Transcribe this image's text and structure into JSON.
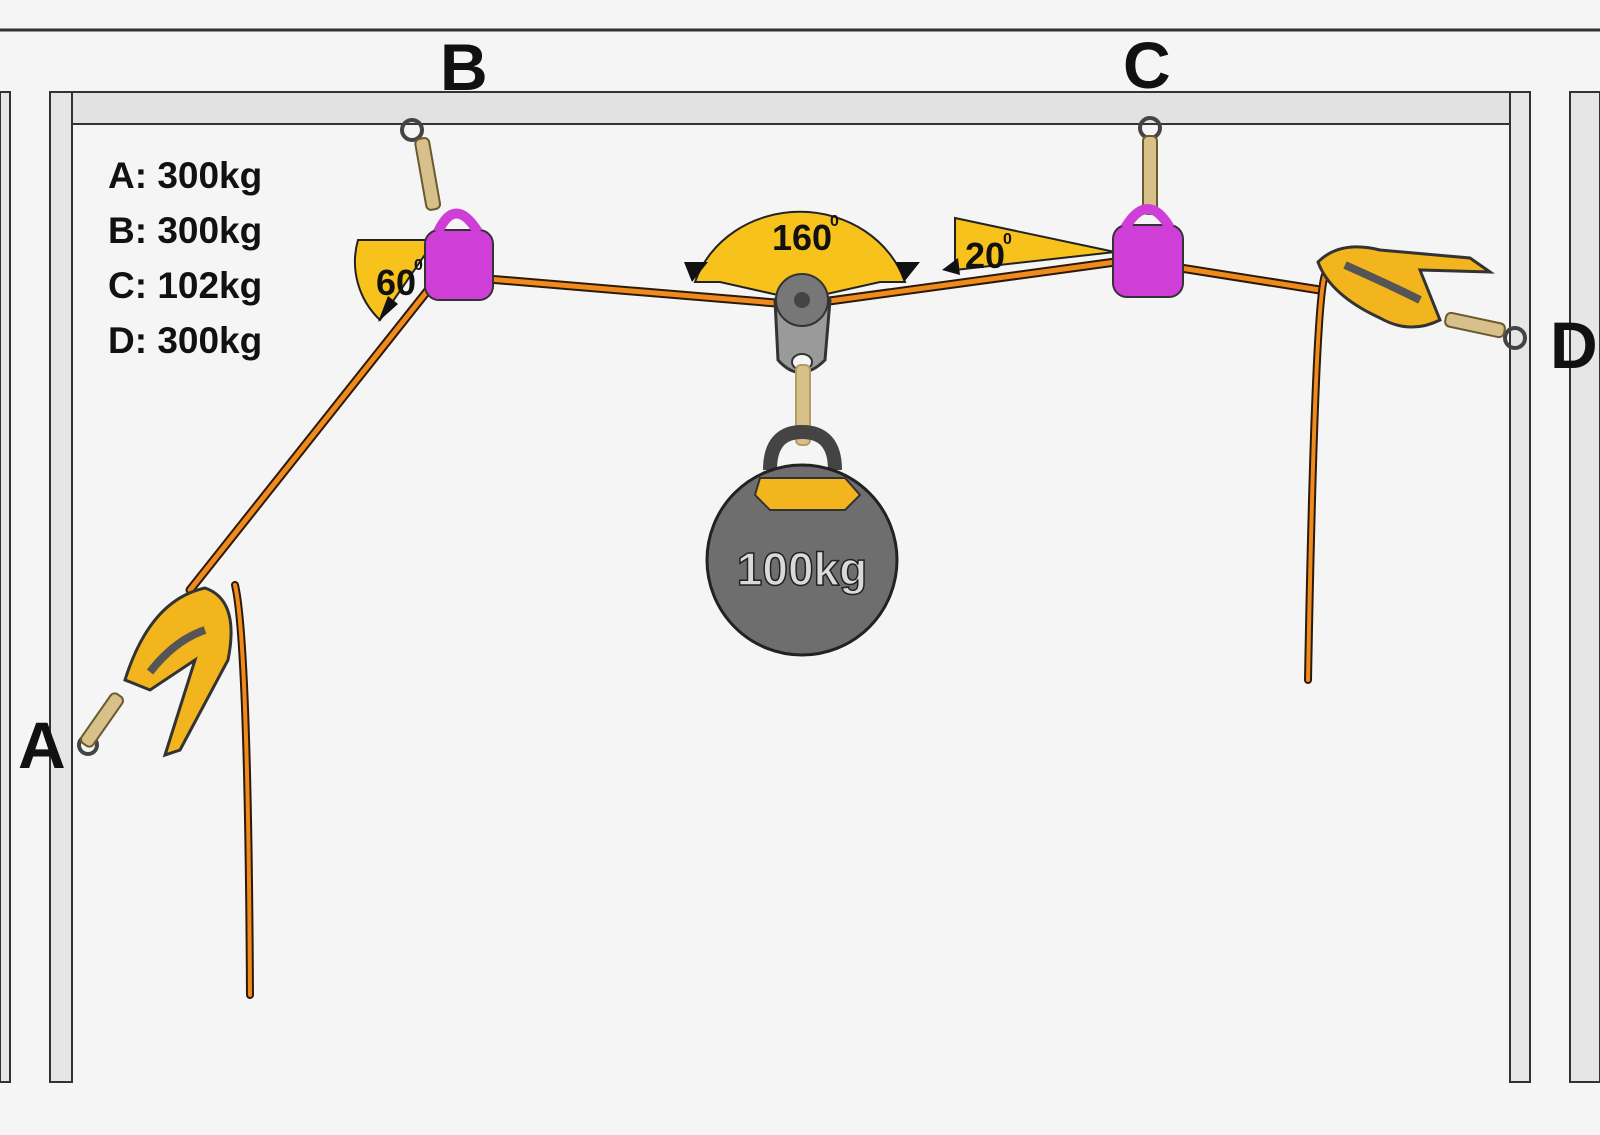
{
  "anchors": [
    {
      "id": "A",
      "label": "A"
    },
    {
      "id": "B",
      "label": "B"
    },
    {
      "id": "C",
      "label": "C"
    },
    {
      "id": "D",
      "label": "D"
    }
  ],
  "legend": [
    {
      "text": "A: 300kg"
    },
    {
      "text": "B: 300kg"
    },
    {
      "text": "C: 102kg"
    },
    {
      "text": "D: 300kg"
    }
  ],
  "angles": {
    "left": "60",
    "center": "160",
    "right": "20",
    "degree_symbol": "0"
  },
  "weight": {
    "label": "100kg"
  },
  "colors": {
    "rope": "#f08a1c",
    "rope_edge": "#2a1a0a",
    "angle_fill": "#f7c21b",
    "carabiner": "#cf3fd8",
    "device": "#f2b51e",
    "device_dark": "#555555",
    "sling": "#d8c08a",
    "pulley": "#9a9a9a",
    "weight": "#6e6e6e",
    "frame": "#333333"
  }
}
